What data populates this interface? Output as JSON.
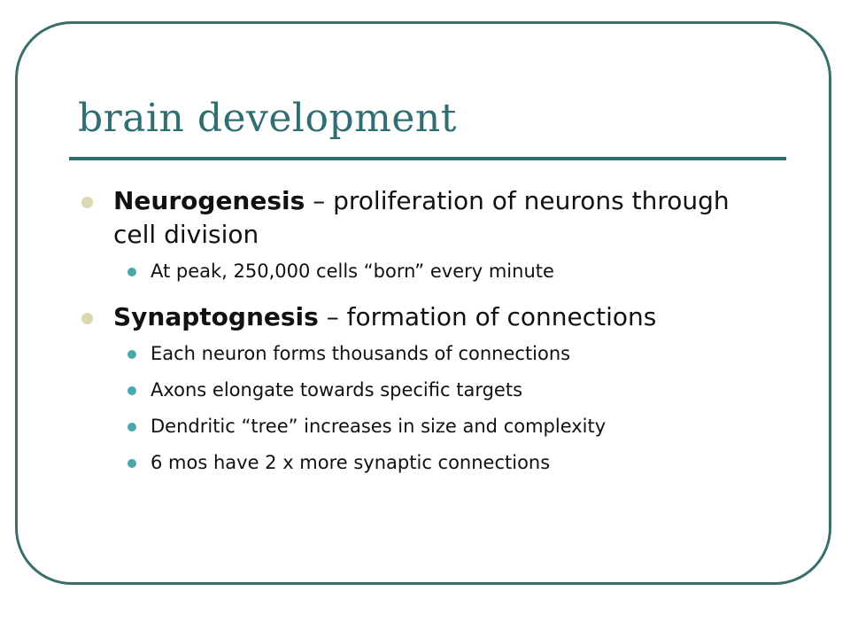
{
  "title": "brain development",
  "bullets": [
    {
      "term": "Neurogenesis",
      "separator": " – ",
      "text": "proliferation of neurons through cell division",
      "sub": [
        "At peak, 250,000 cells “born” every minute"
      ]
    },
    {
      "term": "Synaptognesis",
      "separator": " – ",
      "text": "formation of connections",
      "sub": [
        "Each neuron forms thousands of connections",
        "Axons elongate towards specific targets",
        "Dendritic “tree” increases in size and complexity",
        "6 mos have 2 x more synaptic connections"
      ]
    }
  ],
  "colors": {
    "frame": "#3b6e6a",
    "title": "#2f6e72",
    "bullet_level1": "#d9d8b2",
    "bullet_level2": "#48a8ac"
  }
}
